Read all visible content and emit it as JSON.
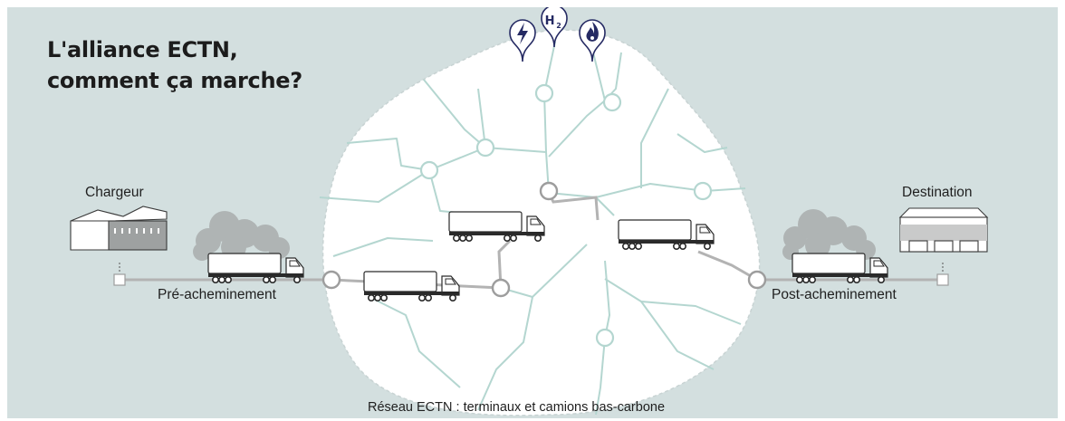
{
  "title": {
    "line1": "L'alliance ECTN,",
    "line2": "comment ça marche?"
  },
  "labels": {
    "shipper": "Chargeur",
    "destination": "Destination",
    "pre_haulage": "Pré-acheminement",
    "post_haulage": "Post-acheminement",
    "network": "Réseau ECTN : terminaux et camions bas-carbone",
    "hydrogen_symbol": "H",
    "hydrogen_subscript": "2"
  },
  "energy_pins": [
    "lightning-icon",
    "hydrogen-icon",
    "flame-icon"
  ],
  "colors": {
    "background": "#d3dfdf",
    "network_area": "#ffffff",
    "network_lines": "#b4d6d0",
    "route": "#b3b3b3",
    "icon_navy": "#252a63",
    "smoke": "#9a9d9d",
    "text": "#1c1c1c"
  }
}
